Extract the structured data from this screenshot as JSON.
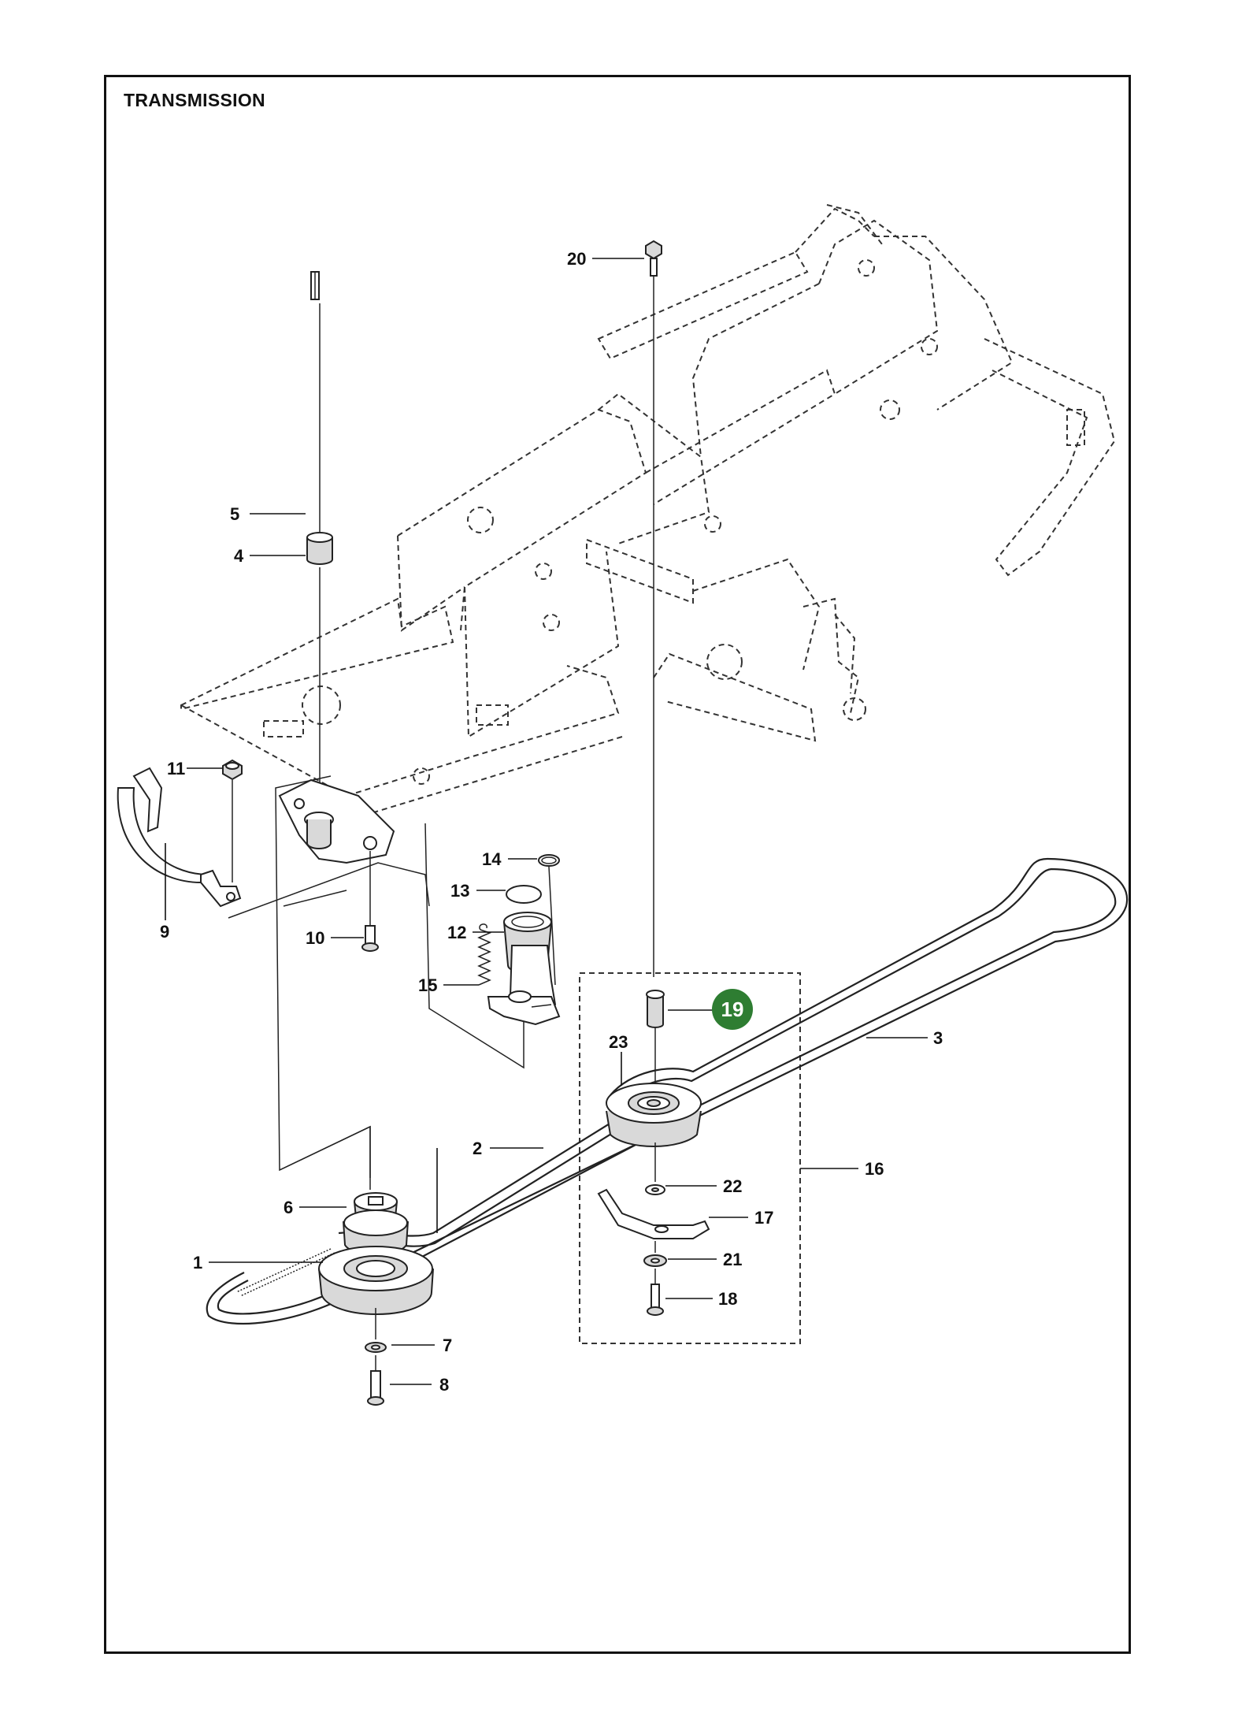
{
  "title": "TRANSMISSION",
  "highlight_color": "#2e7d32",
  "callouts": {
    "c1": "1",
    "c2": "2",
    "c3": "3",
    "c4": "4",
    "c5": "5",
    "c6": "6",
    "c7": "7",
    "c8": "8",
    "c9": "9",
    "c10": "10",
    "c11": "11",
    "c12": "12",
    "c13": "13",
    "c14": "14",
    "c15": "15",
    "c16": "16",
    "c17": "17",
    "c18": "18",
    "c19": "19",
    "c20": "20",
    "c21": "21",
    "c22": "22",
    "c23": "23"
  }
}
